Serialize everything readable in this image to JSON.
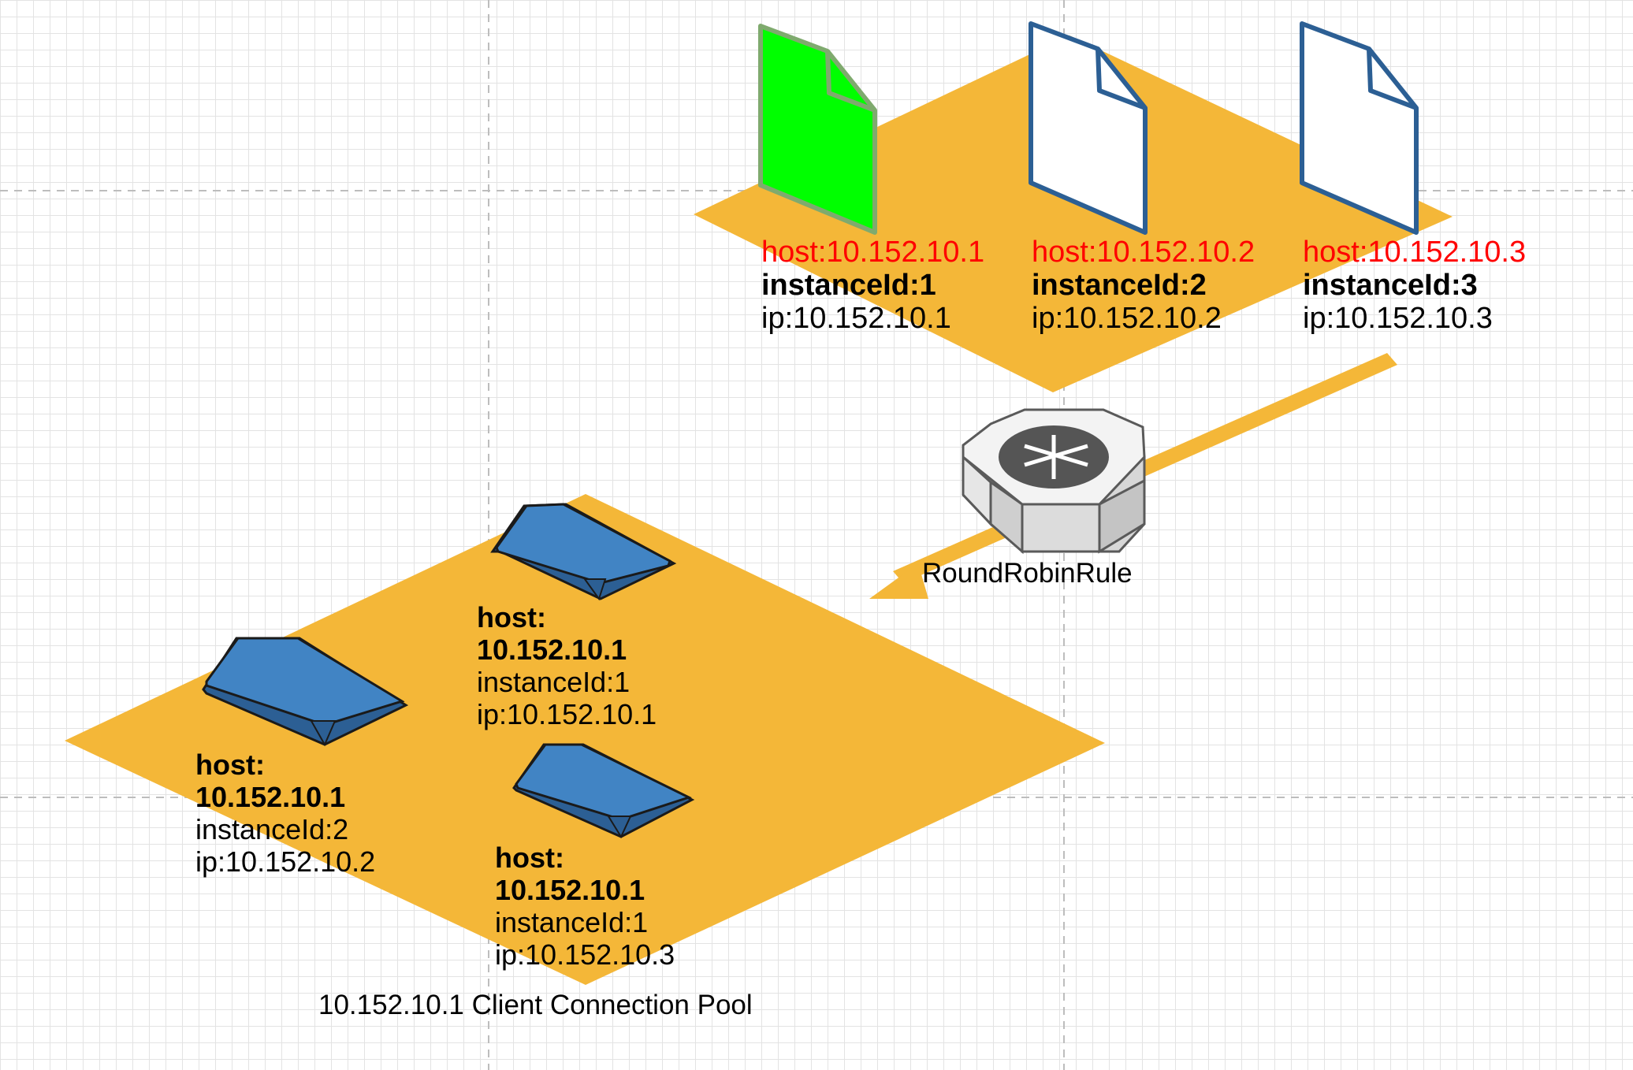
{
  "service_instances": [
    {
      "host": "host:10.152.10.1",
      "instance": "instanceId:1",
      "ip": "ip:10.152.10.1",
      "state": "selected",
      "fill": "#00ff00",
      "stroke": "#7faa6e"
    },
    {
      "host": "host:10.152.10.2",
      "instance": "instanceId:2",
      "ip": "ip:10.152.10.2",
      "state": "normal",
      "fill": "#ffffff",
      "stroke": "#2c5f94"
    },
    {
      "host": "host:10.152.10.3",
      "instance": "instanceId:3",
      "ip": "ip:10.152.10.3",
      "state": "normal",
      "fill": "#ffffff",
      "stroke": "#2c5f94"
    }
  ],
  "load_balancer": {
    "label": "RoundRobinRule",
    "icon": "router-icon"
  },
  "pool": {
    "title": "10.152.10.1 Client Connection Pool",
    "connections": [
      {
        "host": "host:",
        "host_ip": "10.152.10.1",
        "instance": "instanceId:1",
        "ip": "ip:10.152.10.1"
      },
      {
        "host": "host:",
        "host_ip": "10.152.10.1",
        "instance": "instanceId:2",
        "ip": "ip:10.152.10.2"
      },
      {
        "host": "host:",
        "host_ip": "10.152.10.1",
        "instance": "instanceId:1",
        "ip": "ip:10.152.10.3"
      }
    ]
  },
  "colors": {
    "platform": "#f4b738",
    "connection_top": "#4184c4",
    "connection_side": "#2c5f94",
    "host_text": "#ff0000",
    "guide_line": "#bdbdbd"
  }
}
